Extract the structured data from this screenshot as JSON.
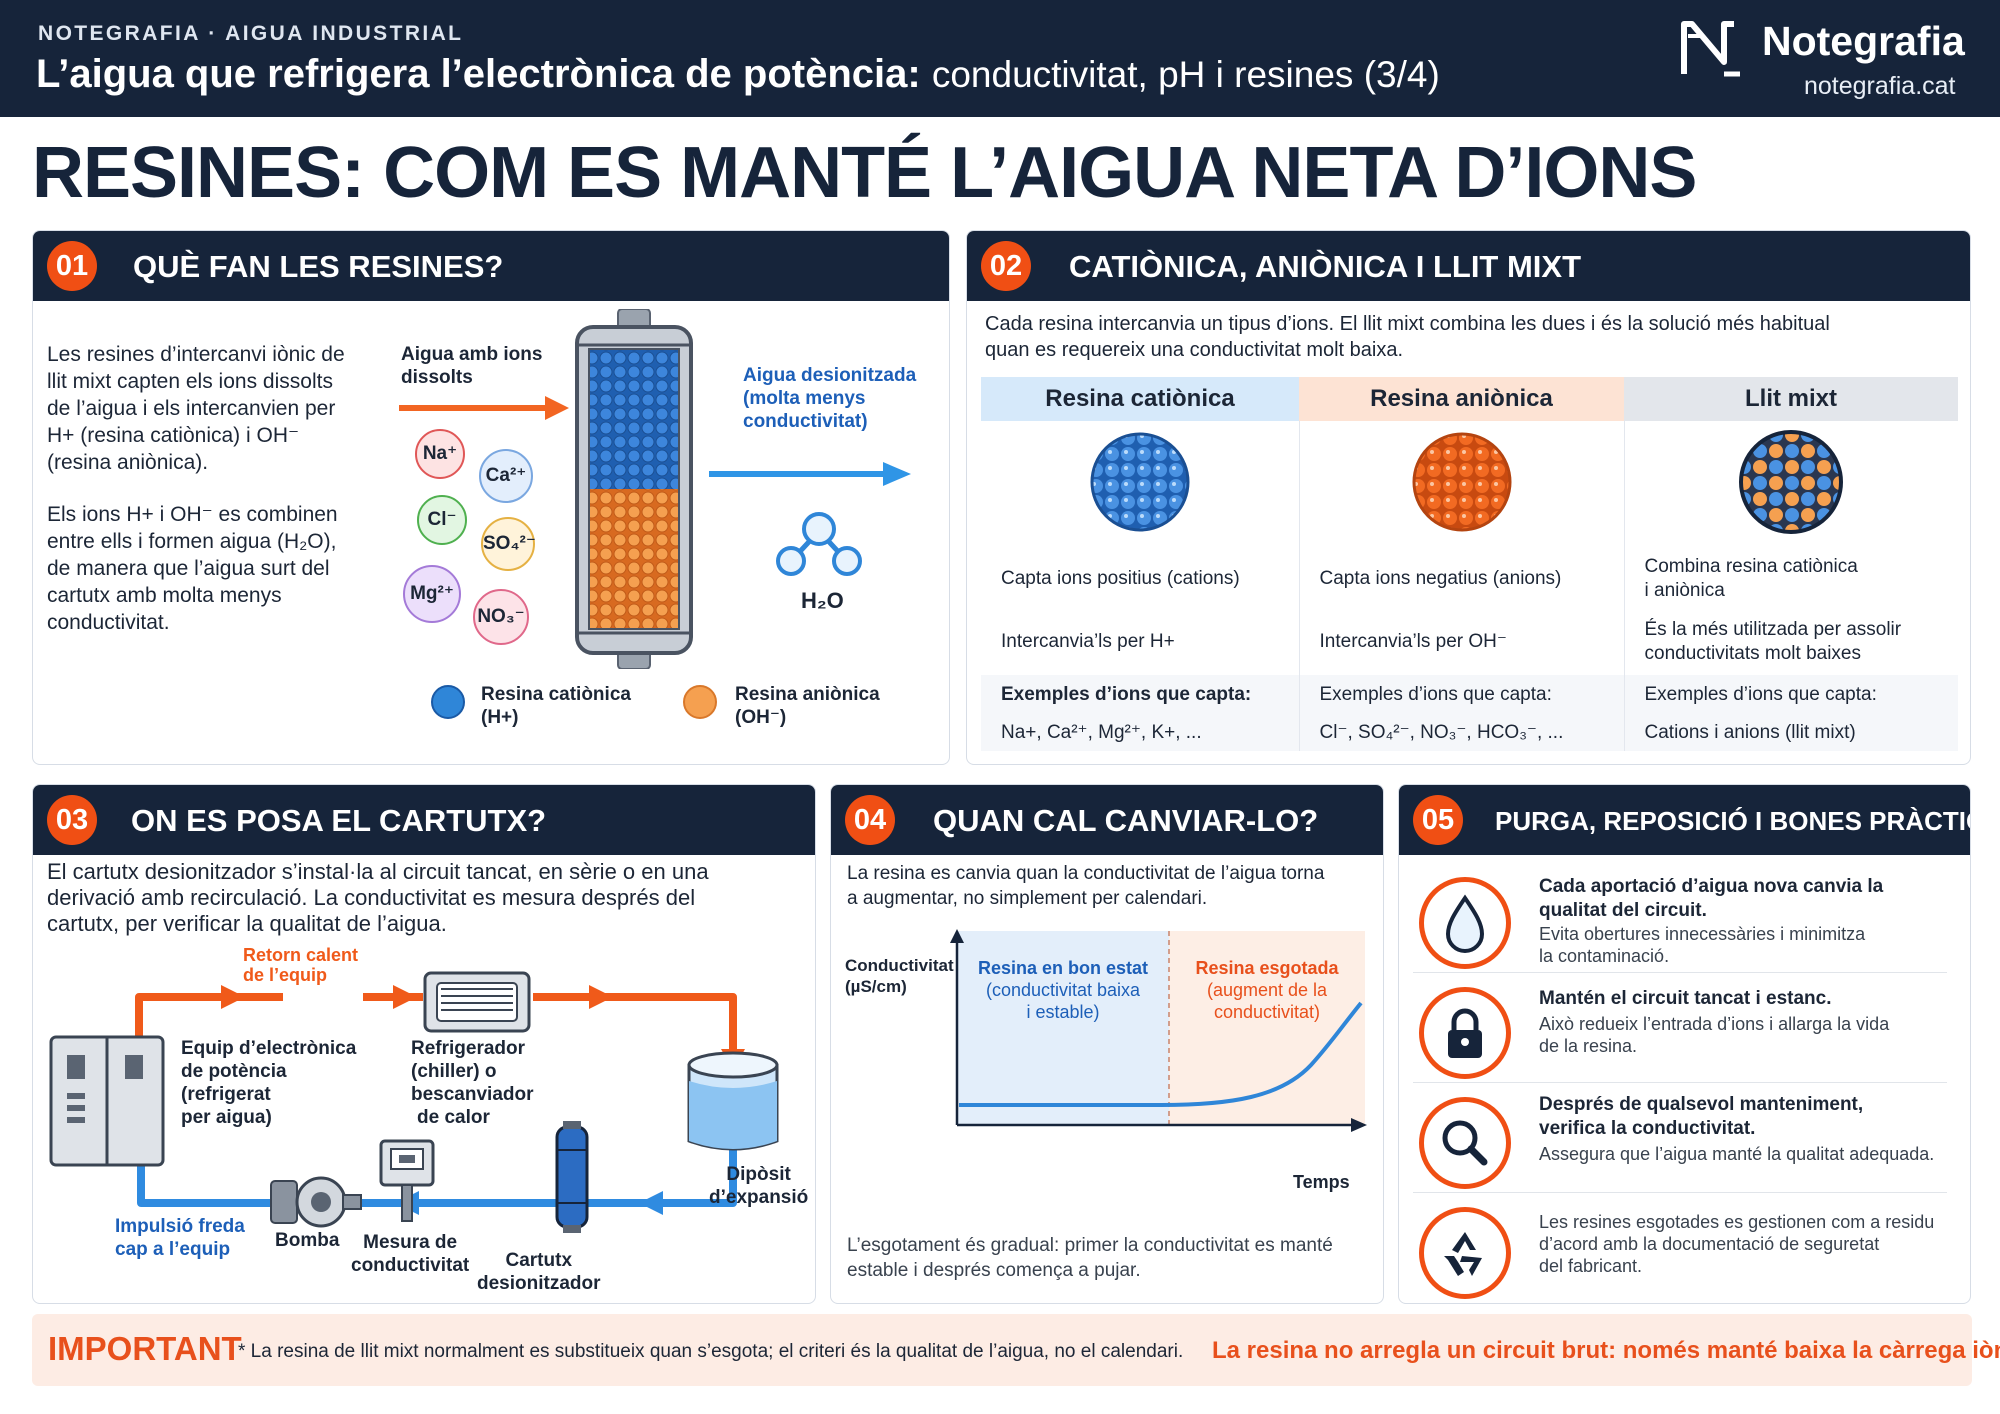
{
  "header": {
    "kicker": "NOTEGRAFIA · AIGUA INDUSTRIAL",
    "title_main": "L’aigua que refrigera l’electrònica de potència:",
    "title_sub": "conductivitat, pH i resines (3/4)",
    "brand_name": "Notegrafia",
    "brand_url": "notegrafia.cat"
  },
  "main_title": "RESINES: COM ES MANTÉ L’AIGUA NETA D’IONS",
  "section1": {
    "num": "01",
    "title": "QUÈ FAN LES RESINES?",
    "para1_lines": [
      "Les resines d’intercanvi iònic de",
      "llit mixt capten els ions dissolts",
      "de l’aigua i els intercanvien per",
      "H+ (resina catiònica) i OH⁻",
      "(resina aniònica)."
    ],
    "para2_lines": [
      "Els ions H+ i OH⁻ es combinen",
      "entre ells i formen aigua (H₂O),",
      "de manera que l’aigua surt del",
      "cartutx amb molta menys",
      "conductivitat."
    ],
    "inlet_label": [
      "Aigua amb ions",
      "dissolts"
    ],
    "outlet_label": [
      "Aigua desionitzada",
      "(molta menys",
      "conductivitat)"
    ],
    "ions": [
      "Na⁺",
      "Ca²⁺",
      "Cl⁻",
      "SO₄²⁻",
      "Mg²⁺",
      "NO₃⁻"
    ],
    "water": "H₂O",
    "legend_cation": [
      "Resina catiònica",
      "(H+)"
    ],
    "legend_anion": [
      "Resina aniònica",
      "(OH⁻)"
    ]
  },
  "section2": {
    "num": "02",
    "title": "CATIÒNICA, ANIÒNICA I LLIT MIXT",
    "intro_lines": [
      "Cada resina intercanvia un tipus d’ions. El llit mixt combina les dues i és la solució més habitual",
      "quan es requereix una conductivitat molt baixa."
    ],
    "columns": [
      {
        "header": "Resina catiònica",
        "row1": [
          "Capta ions positius (cations)"
        ],
        "row2": [
          "Intercanvia’ls per H+"
        ],
        "examples_label": "Exemples d’ions que capta:",
        "examples": "Na+, Ca²⁺, Mg²⁺, K+, ..."
      },
      {
        "header": "Resina aniònica",
        "row1": [
          "Capta ions negatius (anions)"
        ],
        "row2": [
          "Intercanvia’ls per OH⁻"
        ],
        "examples_label": "Exemples d’ions que capta:",
        "examples": "Cl⁻, SO₄²⁻, NO₃⁻, HCO₃⁻, ..."
      },
      {
        "header": "Llit mixt",
        "row1": [
          "Combina resina catiònica",
          "i aniònica"
        ],
        "row2": [
          "És la més utilitzada per assolir",
          "conductivitats molt baixes"
        ],
        "examples_label": "Exemples d’ions que capta:",
        "examples": "Cations i anions (llit mixt)"
      }
    ]
  },
  "section3": {
    "num": "03",
    "title": "ON ES POSA EL CARTUTX?",
    "intro_lines": [
      "El cartutx desionitzador s’instal·la al circuit tancat, en sèrie o en una",
      "derivació amb recirculació. La conductivitat es mesura després del",
      "cartutx, per verificar la qualitat de l’aigua."
    ],
    "hot_return": [
      "Retorn calent",
      "de l’equip"
    ],
    "equipment": [
      "Equip d’electrònica",
      "de potència",
      "(refrigerat",
      "per aigua)"
    ],
    "chiller": [
      "Refrigerador",
      "(chiller) o",
      "bescanviador",
      "de calor"
    ],
    "tank": [
      "Dipòsit",
      "d’expansió"
    ],
    "cold_supply": [
      "Impulsió freda",
      "cap a l’equip"
    ],
    "pump": "Bomba",
    "meter": [
      "Mesura de",
      "conductivitat"
    ],
    "cartridge": [
      "Cartutx",
      "desionitzador"
    ]
  },
  "section4": {
    "num": "04",
    "title": "QUAN CAL CANVIAR-LO?",
    "intro_lines": [
      "La resina es canvia quan la conductivitat de l’aigua torna",
      "a augmentar, no simplement per calendari."
    ],
    "ylabel": [
      "Conductivitat",
      "(µS/cm)"
    ],
    "xlabel": "Temps",
    "good_zone": [
      "Resina en bon estat",
      "(conductivitat baixa",
      "i estable)"
    ],
    "spent_zone": [
      "Resina esgotada",
      "(augment de la",
      "conductivitat)"
    ],
    "note_lines": [
      "L’esgotament és gradual: primer la conductivitat es manté",
      "estable i després comença a pujar."
    ],
    "colors": {
      "good_bg": "#e3eefa",
      "spent_bg": "#fdeee5",
      "curve": "#2f86d8"
    }
  },
  "section5": {
    "num": "05",
    "title": "PURGA, REPOSICIÓ I BONES PRÀCTIQUES",
    "items": [
      {
        "icon": "water-drop-icon",
        "bold": [
          "Cada aportació d’aigua nova canvia la",
          "qualitat del circuit."
        ],
        "normal": [
          "Evita obertures innecessàries i minimitza",
          "la contaminació."
        ]
      },
      {
        "icon": "lock-icon",
        "bold": [
          "Mantén el circuit tancat i estanc."
        ],
        "normal": [
          "Això redueix l’entrada d’ions i allarga la vida",
          "de la resina."
        ]
      },
      {
        "icon": "search-icon",
        "bold": [
          "Després de qualsevol manteniment,",
          "verifica la conductivitat."
        ],
        "normal": [
          "Assegura que l’aigua manté la qualitat adequada."
        ]
      },
      {
        "icon": "recycle-icon",
        "bold": [],
        "normal": [
          "Les resines esgotades es gestionen com a residu",
          "d’acord amb la documentació de seguretat",
          "del fabricant."
        ]
      }
    ]
  },
  "important": {
    "label": "IMPORTANT",
    "note": "* La resina de llit mixt normalment es substitueix quan s’esgota; el criteri és la qualitat de l’aigua, no el calendari.",
    "warning": "La resina no arregla un circuit brut: només manté baixa la càrrega iònica."
  },
  "colors": {
    "navy": "#16243a",
    "accent": "#f04f14",
    "cation": "#2f86d8",
    "anion": "#f07a2a",
    "cation_header_bg": "#d6e9fa",
    "anion_header_bg": "#fde3d4",
    "mixed_header_bg": "#e3e6eb"
  }
}
